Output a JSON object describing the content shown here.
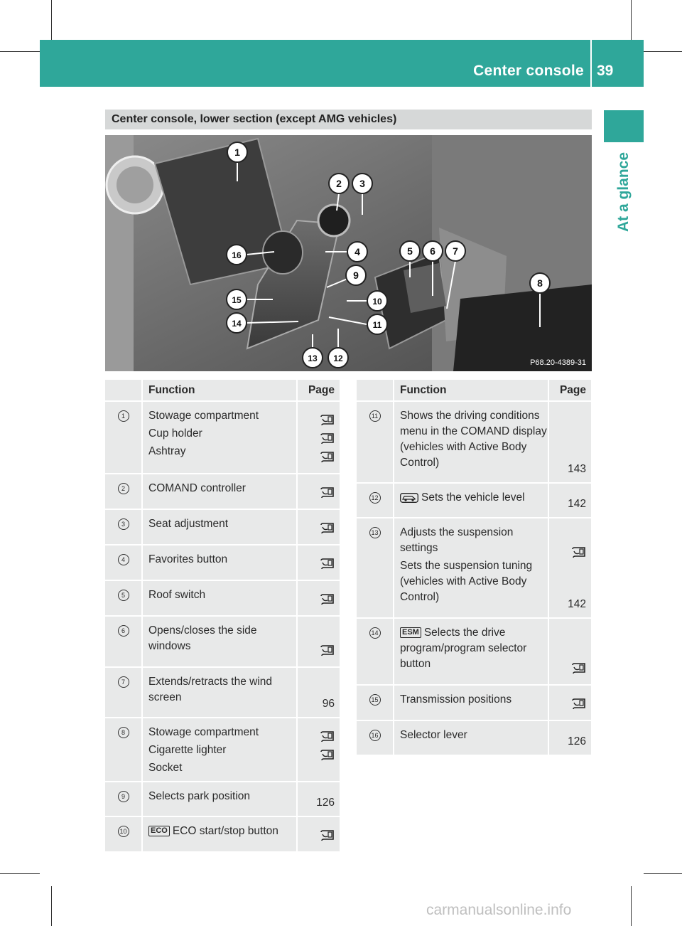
{
  "header": {
    "title": "Center console",
    "page_number": "39",
    "side_tab": "At a glance"
  },
  "section_title": "Center console, lower section (except AMG vehicles)",
  "photo": {
    "code": "P68.20-4389-31",
    "callouts": [
      "1",
      "2",
      "3",
      "4",
      "5",
      "6",
      "7",
      "8",
      "9",
      "10",
      "11",
      "12",
      "13",
      "14",
      "15",
      "16"
    ]
  },
  "table_left": {
    "headers": {
      "function": "Function",
      "page": "Page"
    },
    "rows": [
      {
        "num": "1",
        "lines": [
          {
            "text": "Stowage compartment",
            "page": ""
          },
          {
            "text": "Cup holder",
            "page": ""
          },
          {
            "text": "Ashtray",
            "page": ""
          }
        ],
        "book": [
          true,
          true,
          true
        ]
      },
      {
        "num": "2",
        "lines": [
          {
            "text": "COMAND controller",
            "page": ""
          }
        ],
        "book": [
          true
        ]
      },
      {
        "num": "3",
        "lines": [
          {
            "text": "Seat adjustment",
            "page": ""
          }
        ],
        "book": [
          true
        ]
      },
      {
        "num": "4",
        "lines": [
          {
            "text": "Favorites button",
            "page": ""
          }
        ],
        "book": [
          true
        ]
      },
      {
        "num": "5",
        "lines": [
          {
            "text": "Roof switch",
            "page": ""
          }
        ],
        "book": [
          true
        ]
      },
      {
        "num": "6",
        "lines": [
          {
            "text": "Opens/closes the side windows",
            "page": ""
          }
        ],
        "book": [
          true
        ]
      },
      {
        "num": "7",
        "lines": [
          {
            "text": "Extends/retracts the wind screen",
            "page": "96"
          }
        ],
        "book": [
          false
        ]
      },
      {
        "num": "8",
        "lines": [
          {
            "text": "Stowage compartment",
            "page": ""
          },
          {
            "text": "Cigarette lighter",
            "page": ""
          },
          {
            "text": "Socket",
            "page": ""
          }
        ],
        "book": [
          false,
          true,
          true
        ]
      },
      {
        "num": "9",
        "lines": [
          {
            "text": "Selects park position",
            "page": "126"
          }
        ],
        "book": [
          false
        ]
      },
      {
        "num": "10",
        "lines": [
          {
            "text": "ECO start/stop button",
            "page": ""
          }
        ],
        "book": [
          true
        ],
        "icon": "ECO"
      }
    ]
  },
  "table_right": {
    "headers": {
      "function": "Function",
      "page": "Page"
    },
    "rows": [
      {
        "num": "11",
        "lines": [
          {
            "text": "Shows the driving conditions menu in the COMAND display (vehicles with Active Body Control)",
            "page": "143"
          }
        ],
        "book": [
          false
        ]
      },
      {
        "num": "12",
        "lines": [
          {
            "text": "Sets the vehicle level",
            "page": "142"
          }
        ],
        "book": [
          false
        ],
        "icon": "car-level"
      },
      {
        "num": "13",
        "lines": [
          {
            "text": "Adjusts the suspension settings",
            "page": ""
          },
          {
            "text": "Sets the suspension tuning (vehicles with Active Body Control)",
            "page": "142"
          }
        ],
        "book": [
          true,
          false
        ]
      },
      {
        "num": "14",
        "lines": [
          {
            "text": "Selects the drive program/program selector button",
            "page": ""
          }
        ],
        "book": [
          true
        ],
        "icon": "ESM"
      },
      {
        "num": "15",
        "lines": [
          {
            "text": "Transmission positions",
            "page": ""
          }
        ],
        "book": [
          true
        ]
      },
      {
        "num": "16",
        "lines": [
          {
            "text": "Selector lever",
            "page": "126"
          }
        ],
        "book": [
          false
        ]
      }
    ]
  },
  "watermark": "carmanualsonline.info",
  "colors": {
    "accent": "#2fa79a",
    "table_bg": "#e8e9e9",
    "section_bg": "#d6d8d8"
  }
}
